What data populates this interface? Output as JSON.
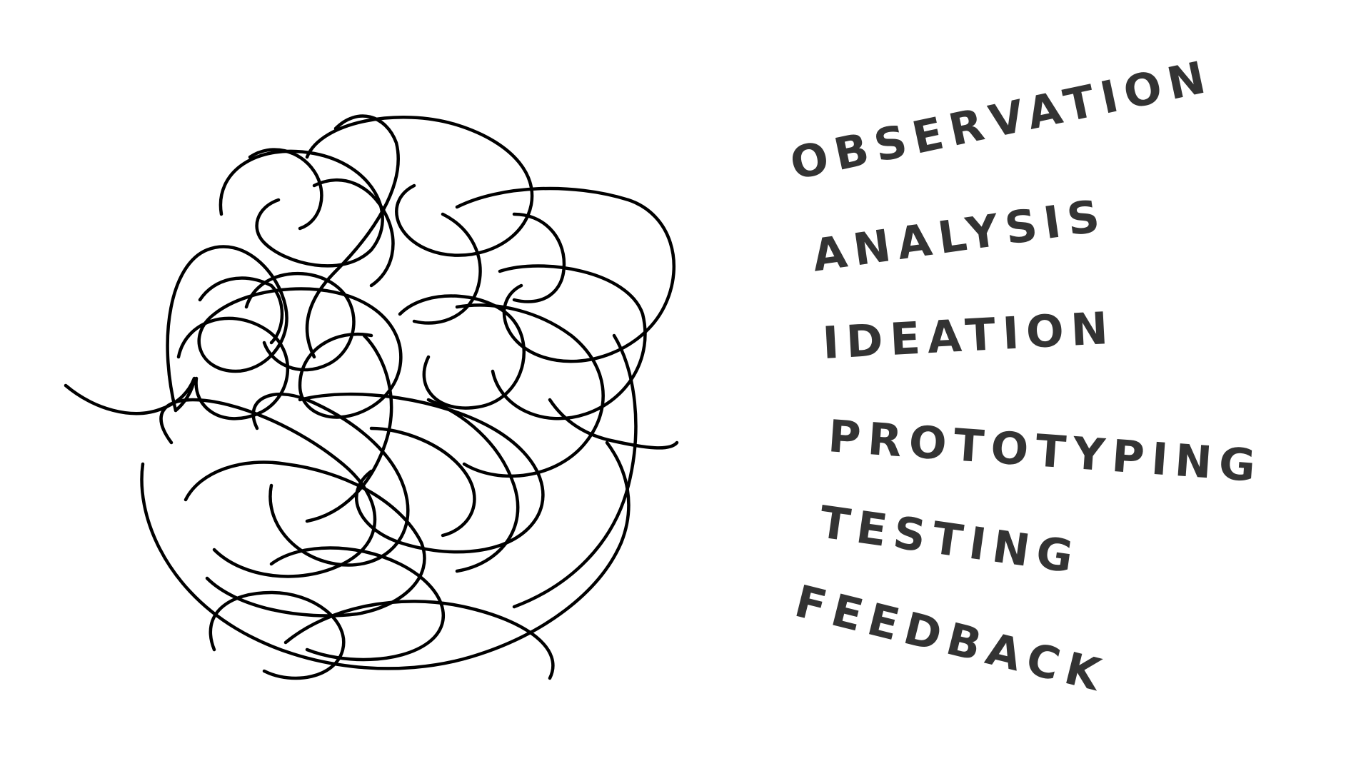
{
  "colors": {
    "background": "#ffffff",
    "scribble": "#000000",
    "text": "#333333"
  },
  "scribble": {
    "icon": "tangled-line-scribble"
  },
  "steps": [
    {
      "label": "OBSERVATION"
    },
    {
      "label": "ANALYSIS"
    },
    {
      "label": "IDEATION"
    },
    {
      "label": "PROTOTYPING"
    },
    {
      "label": "TESTING"
    },
    {
      "label": "FEEDBACK"
    }
  ]
}
